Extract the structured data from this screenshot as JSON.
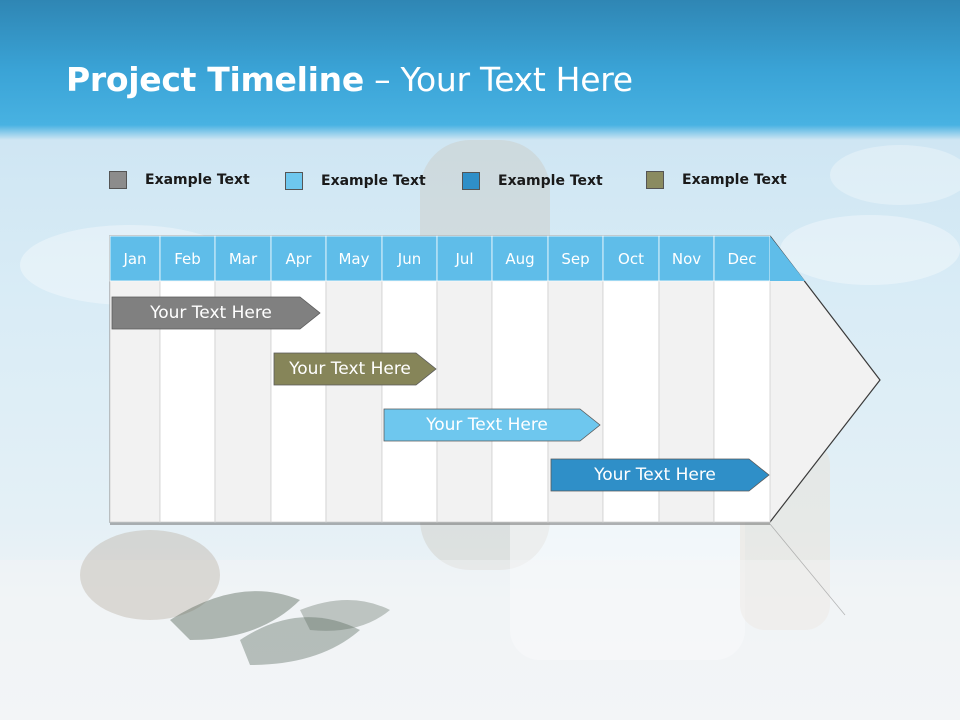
{
  "title": {
    "bold": "Project Timeline",
    "rest": " – Your Text Here"
  },
  "legend": [
    {
      "label": "Example Text",
      "color": "#8c8c8c"
    },
    {
      "label": "Example Text",
      "color": "#6ec7ee"
    },
    {
      "label": "Example Text",
      "color": "#2f8fc8"
    },
    {
      "label": "Example Text",
      "color": "#8a8b60"
    }
  ],
  "months": [
    "Jan",
    "Feb",
    "Mar",
    "Apr",
    "May",
    "Jun",
    "Jul",
    "Aug",
    "Sep",
    "Oct",
    "Nov",
    "Dec"
  ],
  "tasks": [
    {
      "label": "Your  Text Here",
      "color": "#808080",
      "start_month": "Jan",
      "end_month": "Apr"
    },
    {
      "label": "Your  Text Here",
      "color": "#868559",
      "start_month": "Apr",
      "end_month": "Jun"
    },
    {
      "label": "Your  Text Here",
      "color": "#6ec7ee",
      "start_month": "Jun",
      "end_month": "Sep"
    },
    {
      "label": "Your  Text Here",
      "color": "#2f8fc8",
      "start_month": "Sep",
      "end_month": "Dec"
    }
  ],
  "colors": {
    "header": "#5fbde9",
    "header_text": "#ffffff",
    "shaded_col": "#f2f2f2",
    "plain_col": "#ffffff"
  }
}
